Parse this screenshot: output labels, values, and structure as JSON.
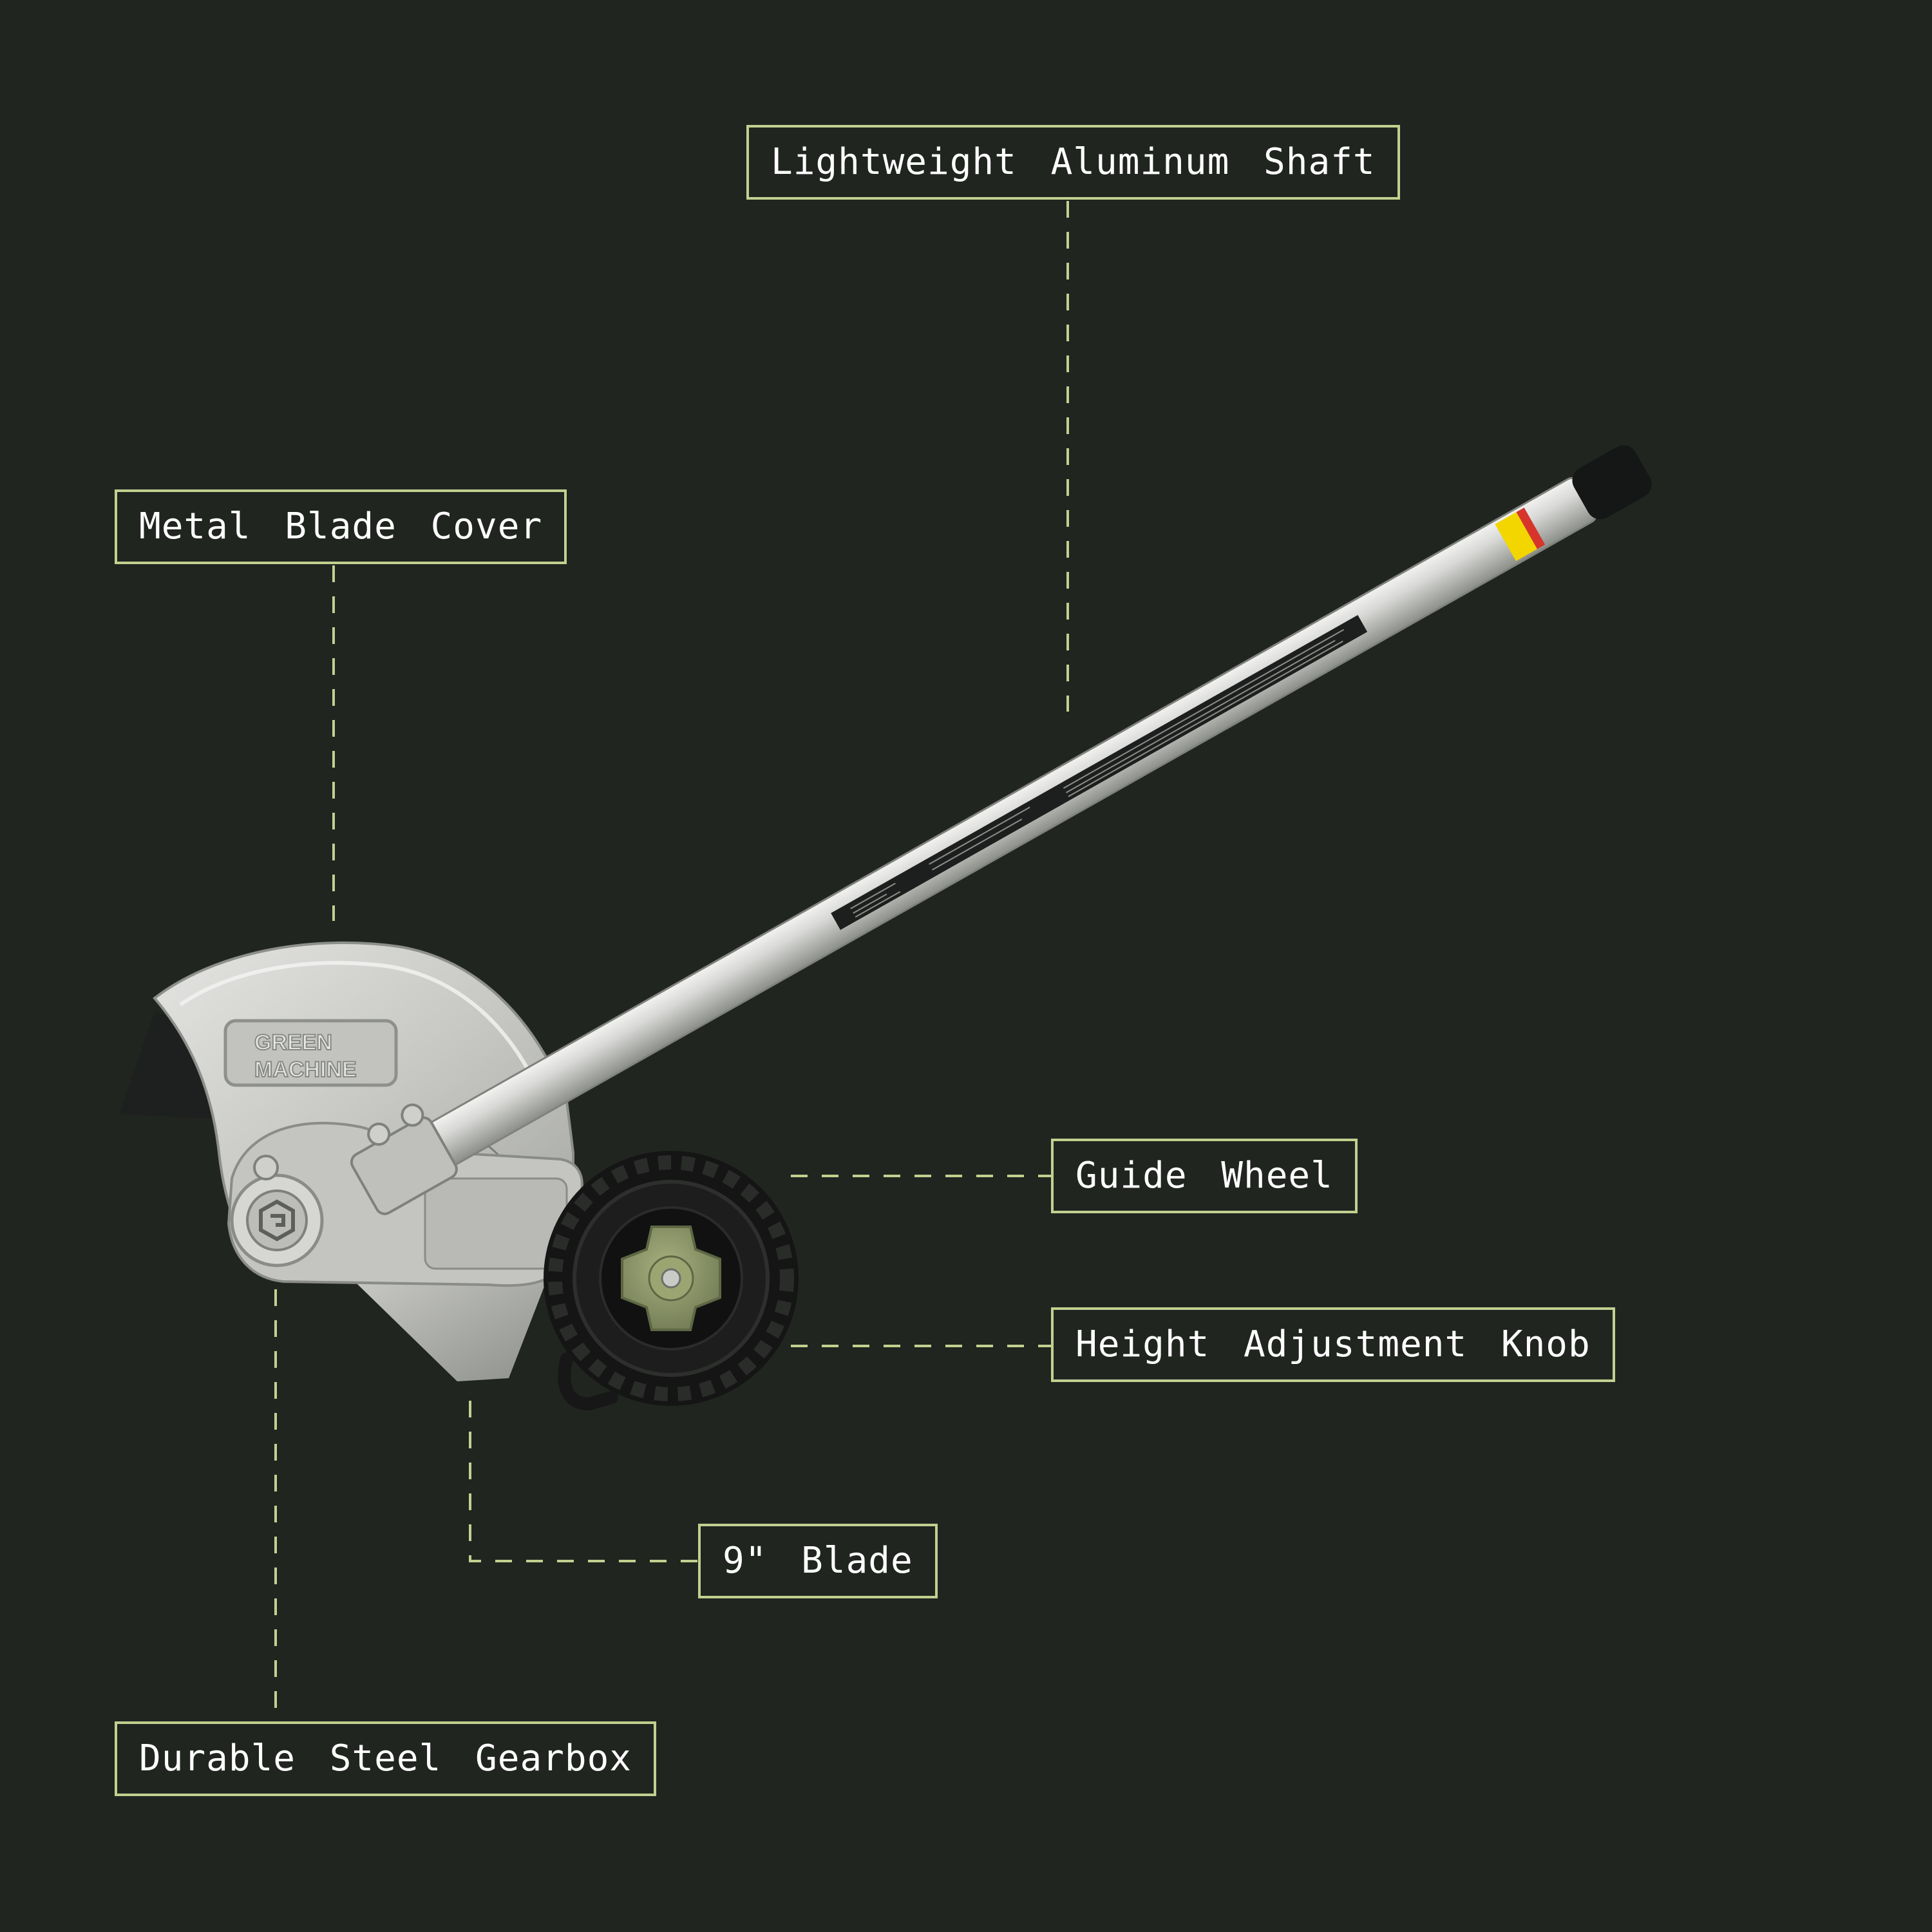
{
  "colors": {
    "background": "#212520",
    "accent": "#c3d08f",
    "label_text": "#ffffff",
    "knob": "#8f9a6a"
  },
  "product": {
    "logo_line1": "GREEN",
    "logo_line2": "MACHINE"
  },
  "callouts": {
    "shaft": "Lightweight Aluminum Shaft",
    "blade_cover": "Metal Blade Cover",
    "guide_wheel": "Guide Wheel",
    "height_knob": "Height Adjustment Knob",
    "blade": "9\" Blade",
    "gearbox": "Durable Steel Gearbox"
  }
}
